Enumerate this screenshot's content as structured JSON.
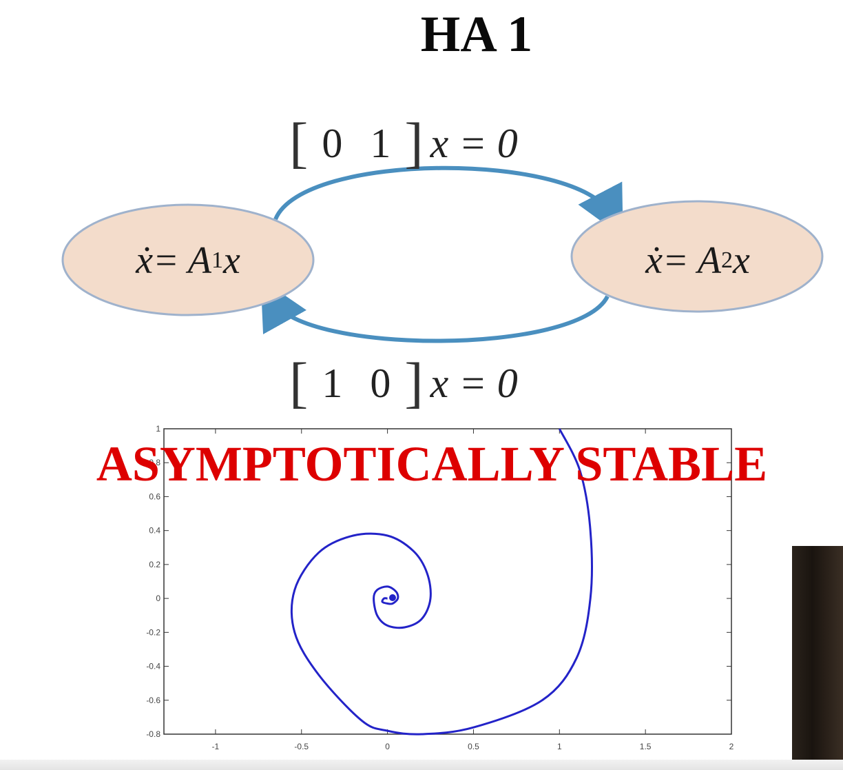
{
  "title": "HA 1",
  "guard_top": {
    "v1": "0",
    "v2": "1",
    "rest": "x = 0"
  },
  "guard_bottom": {
    "v1": "1",
    "v2": "0",
    "rest": "x = 0"
  },
  "mode_1": {
    "lhs": "ẋ",
    "eq": " = A",
    "sub": "1",
    "var": "x"
  },
  "mode_2": {
    "lhs": "ẋ",
    "eq": " = A",
    "sub": "2",
    "var": "x"
  },
  "verdict": "ASYMPTOTICALLY STABLE",
  "colors": {
    "mode_fill": "#f3dccb",
    "mode_stroke": "#9fb2cc",
    "arrow": "#4a8fbf",
    "trajectory": "#2323c8",
    "verdict": "#dd0000"
  },
  "chart_data": {
    "type": "line",
    "title": "",
    "xlabel": "",
    "ylabel": "",
    "xlim": [
      -1.3,
      2
    ],
    "ylim": [
      -0.8,
      1
    ],
    "x_ticks": [
      "-1",
      "-0.5",
      "0",
      "0.5",
      "1",
      "1.5",
      "2"
    ],
    "y_ticks": [
      "-0.8",
      "-0.6",
      "-0.4",
      "-0.2",
      "0",
      "0.2",
      "0.4",
      "0.6",
      "0.8",
      "1"
    ],
    "series": [
      {
        "name": "",
        "x": [
          1.0,
          1.12,
          1.18,
          1.18,
          1.1,
          0.9,
          0.5,
          0.2,
          0.0,
          -0.15,
          -0.4,
          -0.54,
          -0.54,
          -0.4,
          -0.2,
          0.0,
          0.15,
          0.23,
          0.25,
          0.2,
          0.1,
          0.0,
          -0.06,
          -0.08,
          -0.06,
          0.0,
          0.05,
          0.06,
          0.03,
          0.0,
          -0.03,
          -0.02,
          0.0
        ],
        "y": [
          1.0,
          0.75,
          0.4,
          0.0,
          -0.35,
          -0.6,
          -0.76,
          -0.8,
          -0.78,
          -0.72,
          -0.45,
          -0.2,
          0.05,
          0.27,
          0.37,
          0.37,
          0.28,
          0.15,
          0.0,
          -0.12,
          -0.17,
          -0.16,
          -0.1,
          0.0,
          0.05,
          0.07,
          0.04,
          0.0,
          -0.03,
          -0.03,
          -0.02,
          0.0,
          0.0
        ]
      }
    ]
  }
}
